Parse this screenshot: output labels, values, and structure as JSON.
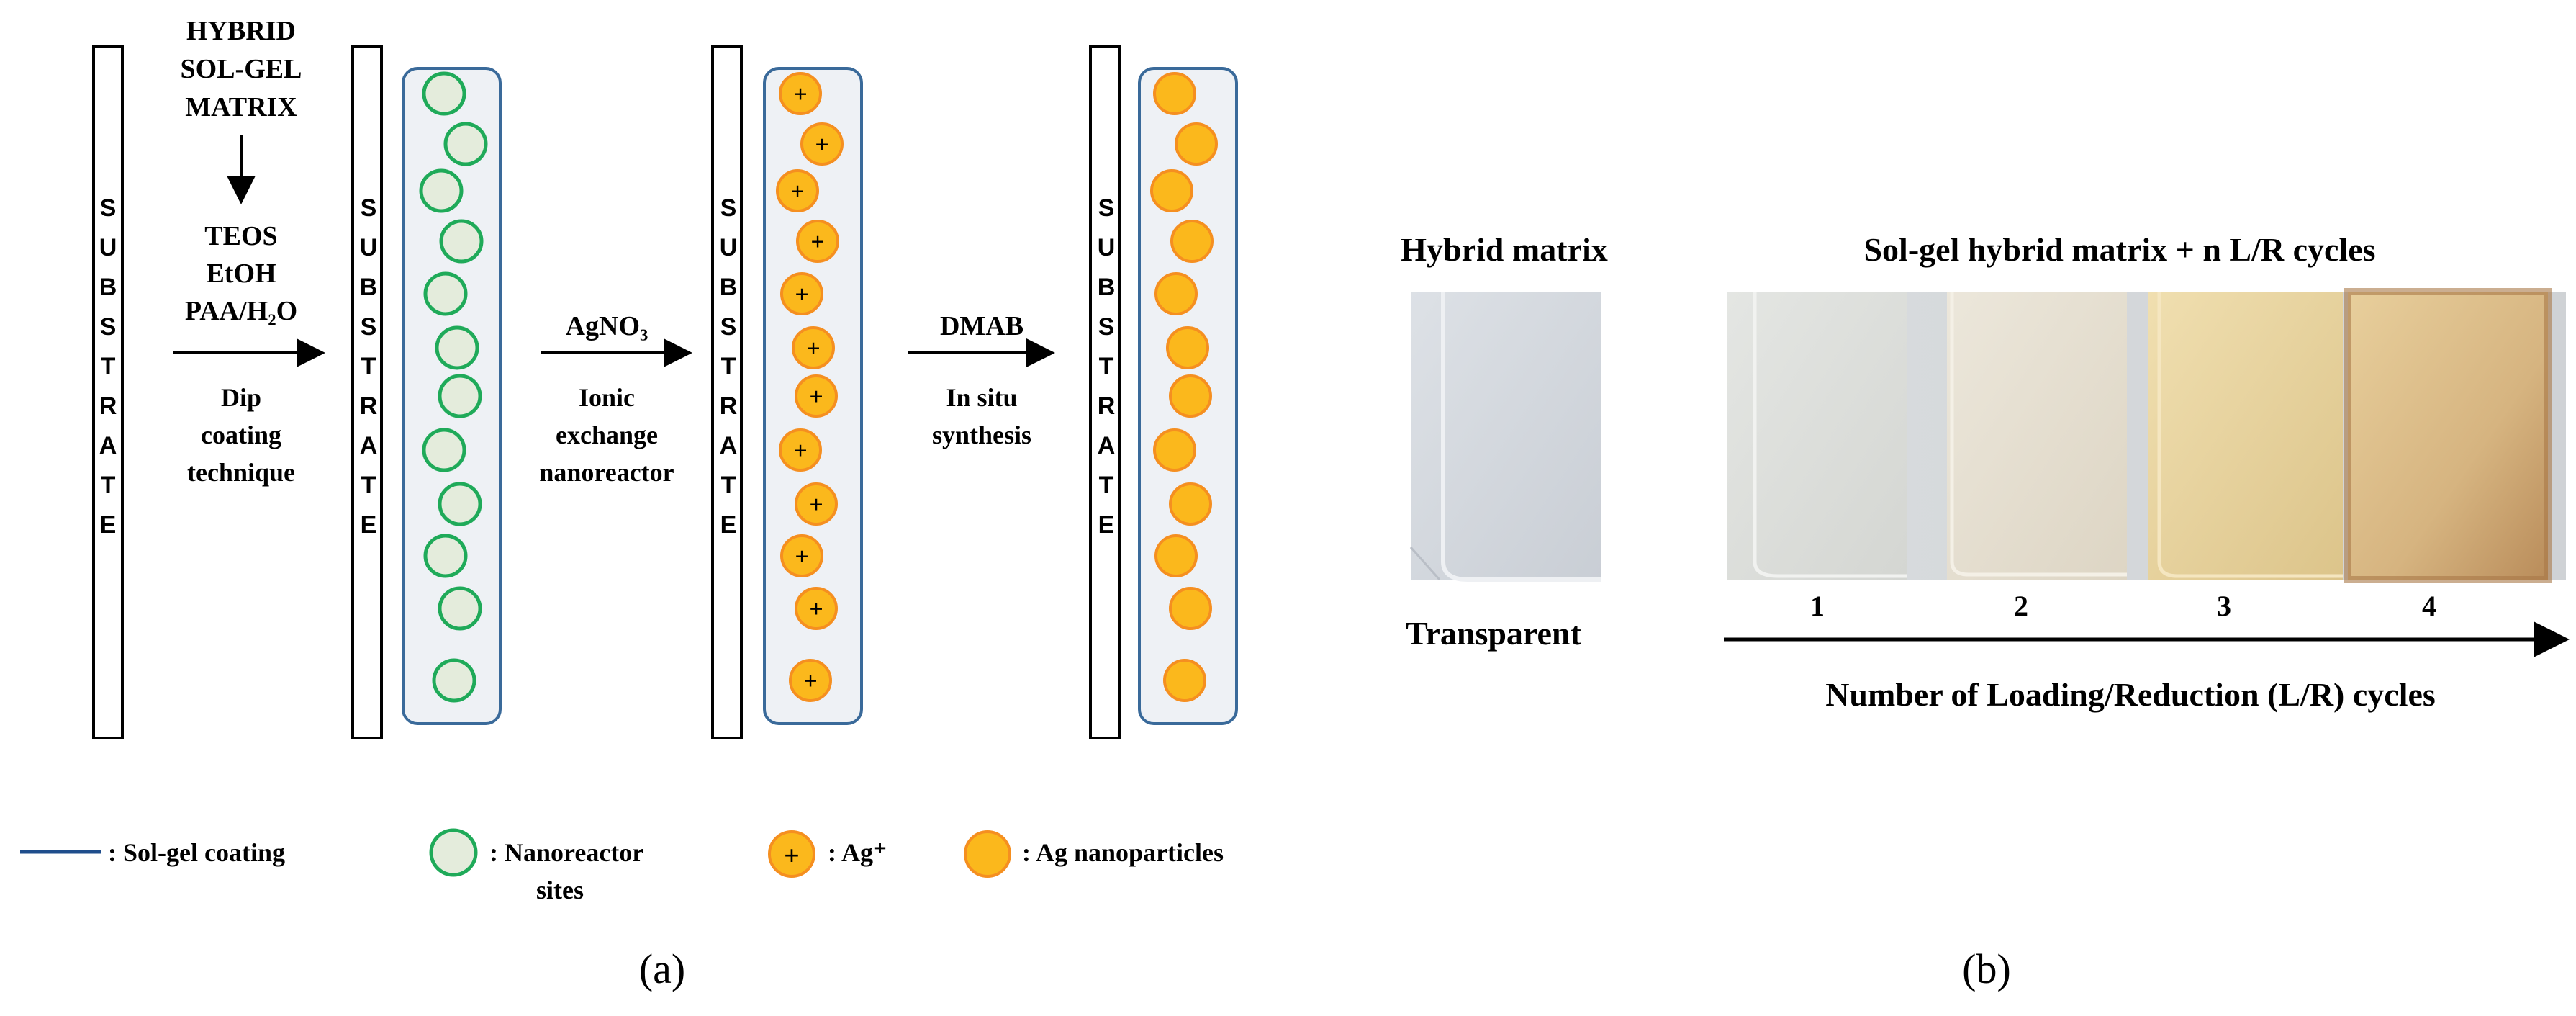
{
  "panel_a": {
    "substrate_label": "SUBSTRATE",
    "step1": {
      "matrix_lines": [
        "HYBRID",
        "SOL-GEL",
        "MATRIX"
      ],
      "reagents": [
        "TEOS",
        "EtOH",
        "PAA/H₂O"
      ],
      "technique_lines": [
        "Dip",
        "coating",
        "technique"
      ]
    },
    "step2": {
      "reagent": "AgNO₃",
      "description_lines": [
        "Ionic",
        "exchange",
        "nanoreactor"
      ]
    },
    "step3": {
      "reagent": "DMAB",
      "description_lines": [
        "In situ",
        "synthesis"
      ]
    },
    "ion_symbol": "+",
    "legend": {
      "coating": ": Sol-gel coating",
      "nanoreactor_line1": ": Nanoreactor",
      "nanoreactor_line2": "sites",
      "ag_ion": ": Ag⁺",
      "ag_nanoparticles": ": Ag nanoparticles"
    },
    "caption": "(a)"
  },
  "panel_b": {
    "reference_title": "Hybrid matrix",
    "reference_label": "Transparent",
    "series_title": "Sol-gel hybrid matrix + n L/R cycles",
    "cycle_numbers": [
      "1",
      "2",
      "3",
      "4"
    ],
    "axis_label": "Number of Loading/Reduction (L/R) cycles",
    "caption": "(b)"
  },
  "colors": {
    "nanoreactor_stroke": "#1faa59",
    "nanoreactor_fill": "#e4ecdc",
    "coating_border": "#3a6a9a",
    "coating_fill": "#eef1f5",
    "ag_fill": "#fbb81c",
    "ag_stroke": "#f58f20",
    "legend_line": "#1f4e8c"
  }
}
